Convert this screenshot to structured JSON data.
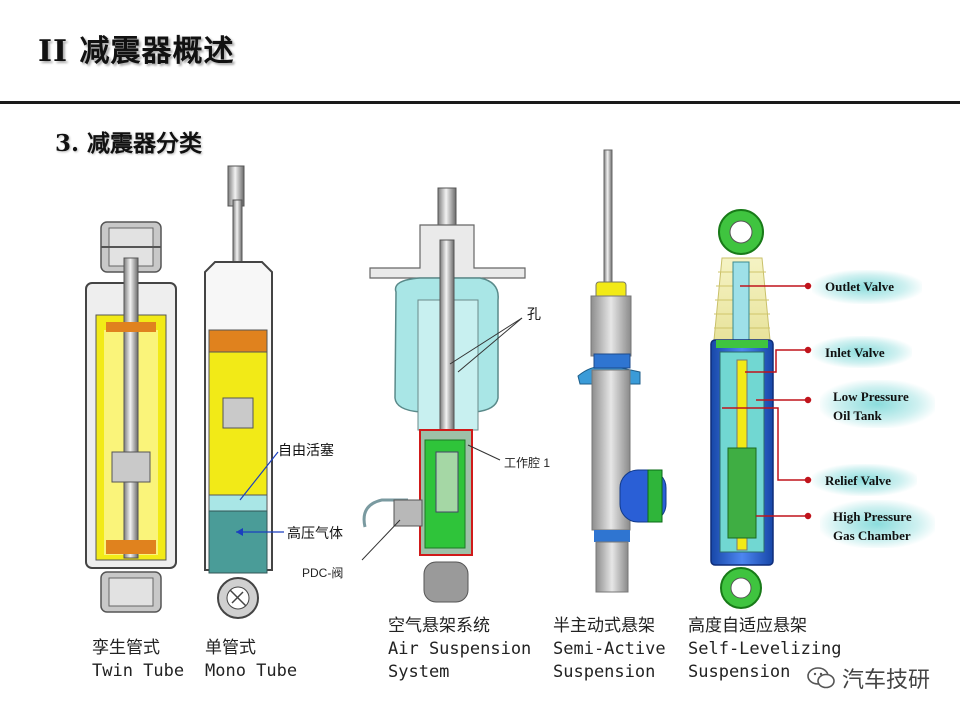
{
  "slide": {
    "title": "II  减震器概述",
    "subtitle": "3.  减震器分类"
  },
  "captions": {
    "twin": {
      "cn": "孪生管式",
      "en": "Twin Tube"
    },
    "mono": {
      "cn": "单管式",
      "en": "Mono Tube"
    },
    "air": {
      "cn": "空气悬架系统",
      "en1": "Air Suspension",
      "en2": "System"
    },
    "semi": {
      "cn": "半主动式悬架",
      "en1": "Semi-Active",
      "en2": "Suspension"
    },
    "self": {
      "cn": "高度自适应悬架",
      "en1": "Self-Levelizing",
      "en2": "Suspension"
    }
  },
  "mono_labels": {
    "piston": "自由活塞",
    "gas": "高压气体"
  },
  "air_labels": {
    "hole": "孔",
    "chamber": "工作腔 1",
    "pdc": "PDC-阀"
  },
  "callouts": {
    "outlet": "Outlet Valve",
    "inlet": "Inlet Valve",
    "low1": "Low  Pressure",
    "low2": "Oil Tank",
    "relief": "Relief Valve",
    "high1": "High Pressure",
    "high2": "Gas Chamber"
  },
  "watermark": {
    "text": "汽车技研",
    "icon": "wechat-icon"
  },
  "colors": {
    "yellow": "#f2ea17",
    "teal": "#4a9c98",
    "lightcyan": "#a9e6e6",
    "green": "#2fc43a",
    "blue": "#2163d6",
    "accent_red": "#c0141c"
  }
}
